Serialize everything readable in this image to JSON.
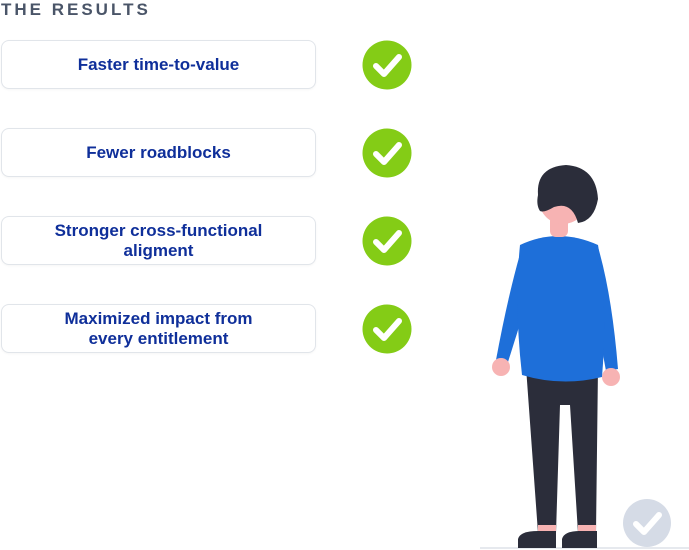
{
  "heading": "THE RESULTS",
  "results": [
    {
      "label": "Faster time-to-value"
    },
    {
      "label": "Fewer roadblocks"
    },
    {
      "label": "Stronger cross-functional\naligment"
    },
    {
      "label": "Maximized impact from\nevery entitlement"
    }
  ],
  "colors": {
    "heading": "#4a5568",
    "label": "#0f2f9a",
    "check": "#84cc16",
    "shirt": "#1e6fd9",
    "pants": "#2b2d3a",
    "hair": "#2b2d3a",
    "skin": "#f7b3b3",
    "ghost_check": "#d5dbe6"
  },
  "icons": {
    "badge": "check-icon",
    "faded_badge": "check-icon"
  }
}
